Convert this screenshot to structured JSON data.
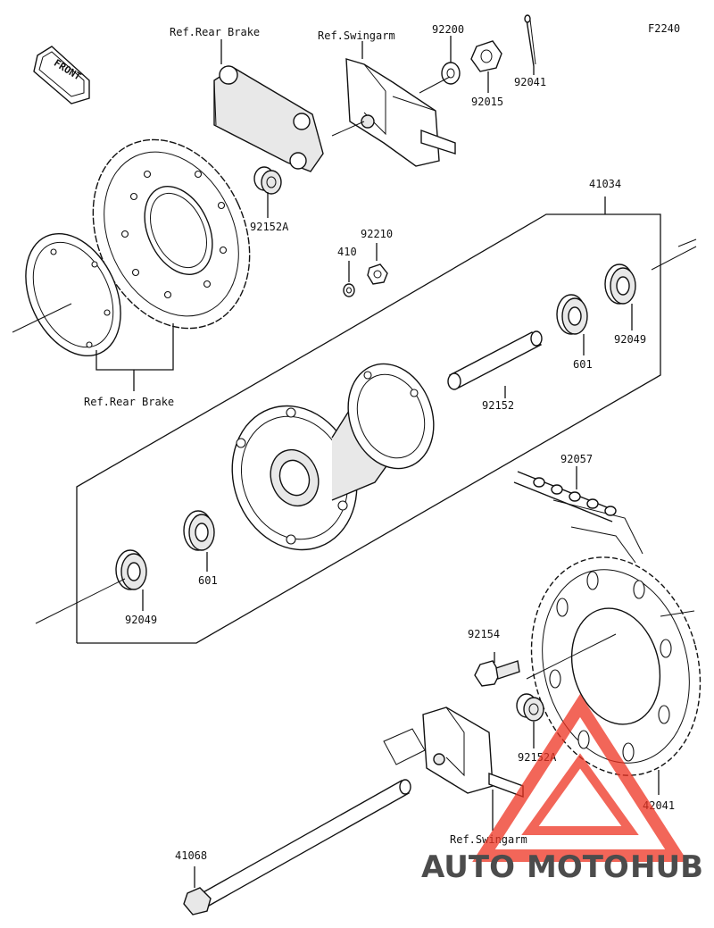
{
  "diagram_code": "F2240",
  "front_label": "FRONT",
  "refs": {
    "rear_brake_top": "Ref.Rear Brake",
    "swingarm_top": "Ref.Swingarm",
    "rear_brake_bottom": "Ref.Rear Brake",
    "swingarm_bottom": "Ref.Swingarm"
  },
  "parts": {
    "p92200": "92200",
    "p92041": "92041",
    "p92015": "92015",
    "p41034": "41034",
    "p92152A_top": "92152A",
    "p92210": "92210",
    "p410": "410",
    "p92049_right": "92049",
    "p601_right": "601",
    "p92152": "92152",
    "p92057": "92057",
    "p601_left": "601",
    "p92049_left": "92049",
    "p92154": "92154",
    "p92152A_bottom": "92152A",
    "p42041": "42041",
    "p41068": "41068"
  },
  "watermark": {
    "part1": "AUTO",
    "part2": "MOTO",
    "part3": "HUB",
    "color1": "#f0b47a",
    "color2": "#f2a098",
    "color3": "#8a8a8a",
    "triangle_color": "#ee3322"
  }
}
